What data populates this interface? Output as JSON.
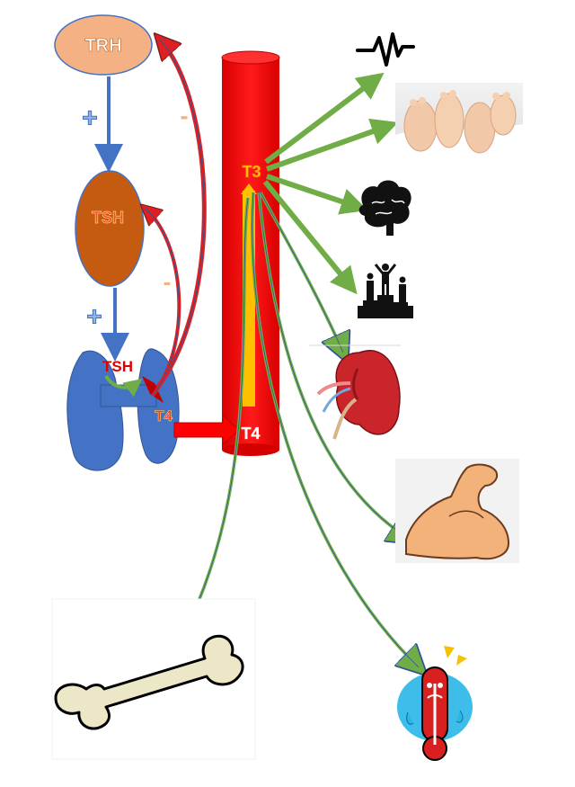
{
  "diagram": {
    "nodes": {
      "trh": "TRH",
      "tsh_pituitary": "TSH",
      "tsh_thyroid": "TSH",
      "t4_thyroid": "T4",
      "t4_blood": "T4",
      "t3_blood": "T3"
    },
    "signs": {
      "plus_trh_tsh": "+",
      "plus_tsh_thyroid": "+",
      "minus_to_trh": "-",
      "minus_to_tsh": "-"
    },
    "targets": [
      "heart-rate",
      "skin-feet",
      "brain",
      "growth-podium",
      "kidney",
      "muscle",
      "bone",
      "thermometer"
    ]
  },
  "colors": {
    "trh_fill": "#f4b183",
    "tsh_fill": "#c55a11",
    "thyroid_fill": "#4472c4",
    "vessel": "#ff0000",
    "t3_inner": "#ffc000",
    "effect_arrow": "#70ad47",
    "axis_arrow": "#4472c4",
    "feedback_arrow": "#e02020"
  }
}
